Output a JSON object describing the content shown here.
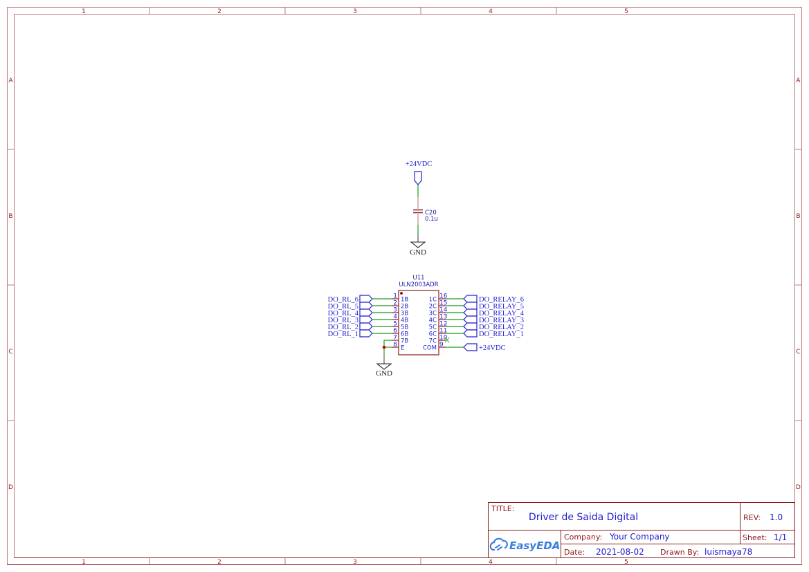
{
  "sheet_frame": {
    "columns": [
      "1",
      "2",
      "3",
      "4",
      "5"
    ],
    "rows": [
      "A",
      "B",
      "C",
      "D"
    ],
    "colors": {
      "frame": "#c0767a",
      "frame_dark": "#8b1a1a",
      "text_blue": "#2020d0",
      "wire_green": "#1f9a1f"
    }
  },
  "power_section": {
    "power_port_label": "+24VDC",
    "capacitor": {
      "designator": "C20",
      "value": "0.1u"
    },
    "ground_label": "GND"
  },
  "ic": {
    "designator": "U11",
    "part_number": "ULN2003ADR",
    "left_pins": [
      {
        "num": "1",
        "name": "1B",
        "net": "DO_RL_6"
      },
      {
        "num": "2",
        "name": "2B",
        "net": "DO_RL_5"
      },
      {
        "num": "3",
        "name": "3B",
        "net": "DO_RL_4"
      },
      {
        "num": "4",
        "name": "4B",
        "net": "DO_RL_3"
      },
      {
        "num": "5",
        "name": "5B",
        "net": "DO_RL_2"
      },
      {
        "num": "6",
        "name": "6B",
        "net": "DO_RL_1"
      },
      {
        "num": "7",
        "name": "7B",
        "net": ""
      },
      {
        "num": "8",
        "name": "E",
        "net": ""
      }
    ],
    "right_pins": [
      {
        "num": "16",
        "name": "1C",
        "net": "DO_RELAY_6"
      },
      {
        "num": "15",
        "name": "2C",
        "net": "DO_RELAY_5"
      },
      {
        "num": "14",
        "name": "3C",
        "net": "DO_RELAY_4"
      },
      {
        "num": "13",
        "name": "4C",
        "net": "DO_RELAY_3"
      },
      {
        "num": "12",
        "name": "5C",
        "net": "DO_RELAY_2"
      },
      {
        "num": "11",
        "name": "6C",
        "net": "DO_RELAY_1"
      },
      {
        "num": "10",
        "name": "7C",
        "net": ""
      },
      {
        "num": "9",
        "name": "COM",
        "net": "+24VDC"
      }
    ],
    "ground_label": "GND"
  },
  "title_block": {
    "title_label": "TITLE:",
    "title": "Driver de Saida Digital",
    "rev_label": "REV:",
    "rev": "1.0",
    "company_label": "Company:",
    "company": "Your Company",
    "sheet_label": "Sheet:",
    "sheet": "1/1",
    "date_label": "Date:",
    "date": "2021-08-02",
    "drawn_by_label": "Drawn By:",
    "drawn_by": "luismaya78",
    "logo_text": "EasyEDA"
  }
}
